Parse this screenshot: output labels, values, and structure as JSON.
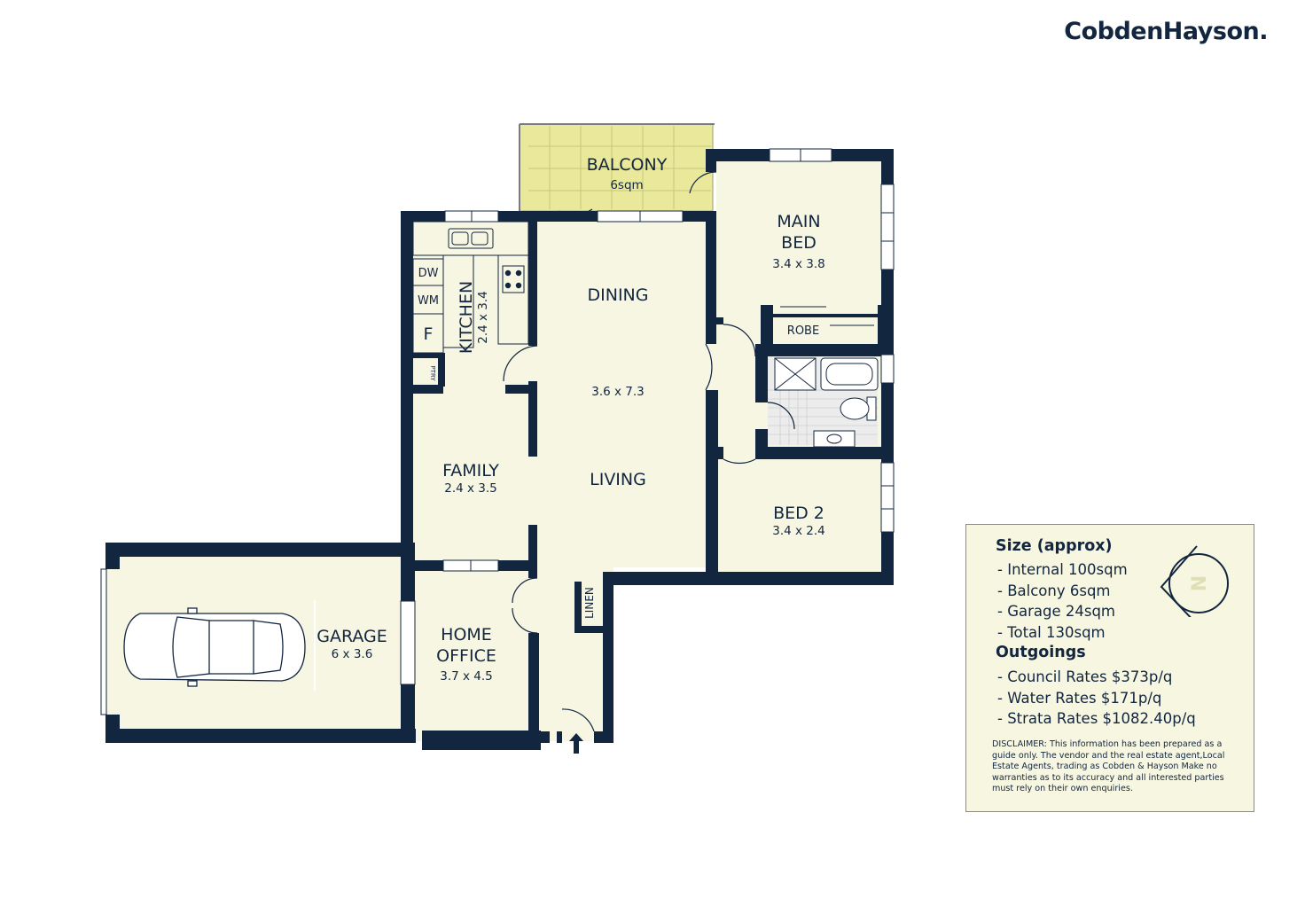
{
  "brand": {
    "logo_text": "CobdenHayson."
  },
  "rooms": {
    "balcony": {
      "name": "BALCONY",
      "dims": "6sqm"
    },
    "main_bed": {
      "name_line1": "MAIN",
      "name_line2": "BED",
      "dims": "3.4 x 3.8"
    },
    "robe": {
      "name": "ROBE"
    },
    "kitchen": {
      "name": "KITCHEN",
      "dims": "2.4 x 3.4"
    },
    "dining": {
      "name": "DINING"
    },
    "living": {
      "name": "LIVING",
      "dims": "3.6 x 7.3"
    },
    "family": {
      "name": "FAMILY",
      "dims": "2.4 x 3.5"
    },
    "bed2": {
      "name": "BED 2",
      "dims": "3.4 x 2.4"
    },
    "garage": {
      "name": "GARAGE",
      "dims": "6 x 3.6"
    },
    "home_office": {
      "name_line1": "HOME",
      "name_line2": "OFFICE",
      "dims": "3.7 x 4.5"
    },
    "linen": {
      "name": "LINEN"
    },
    "pantry": {
      "name": "PTRY"
    }
  },
  "fixtures": {
    "dw": "DW",
    "wm": "WM",
    "fridge": "F"
  },
  "info": {
    "size_heading": "Size (approx)",
    "size_items": [
      "- Internal 100sqm",
      "- Balcony 6sqm",
      "- Garage 24sqm",
      "- Total 130sqm"
    ],
    "outgoings_heading": "Outgoings",
    "outgoings_items": [
      "- Council Rates $373p/q",
      "- Water Rates $171p/q",
      "- Strata Rates $1082.40p/q"
    ],
    "disclaimer": "DISCLAIMER: This information has been prepared as a guide only. The vendor and the real estate agent,Local Estate Agents, trading as Cobden & Hayson Make no warranties as to its accuracy and all interested parties must rely on their own enquiries.",
    "compass_letter": "N"
  },
  "colors": {
    "wall": "#13263f",
    "floor": "#f6f6e3",
    "balcony": "#e9e89b",
    "tile": "#ececec"
  }
}
